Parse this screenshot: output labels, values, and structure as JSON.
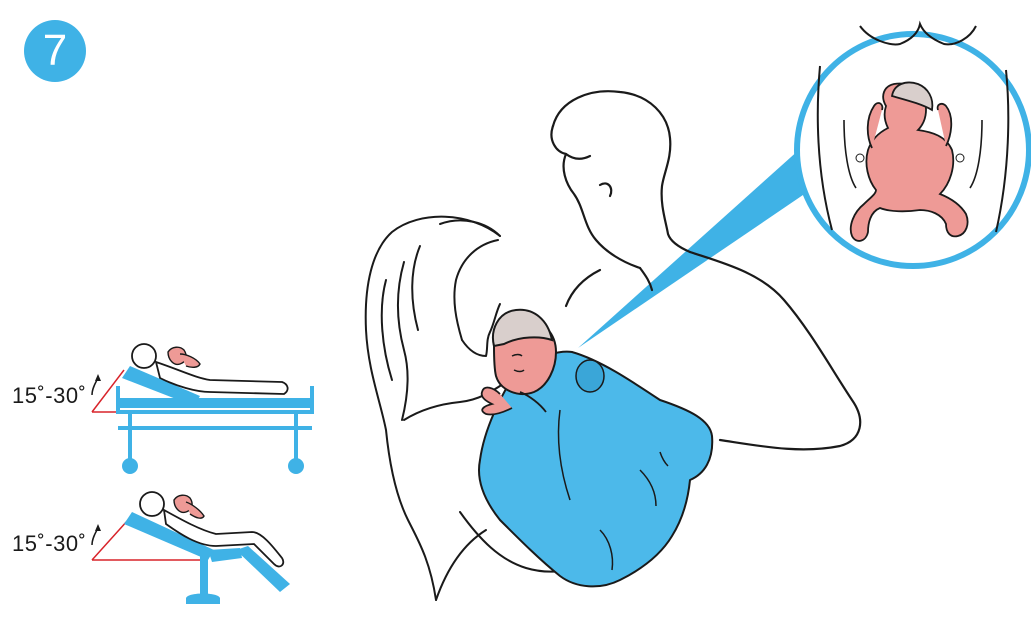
{
  "step": {
    "number": "7"
  },
  "positions": [
    {
      "angle_label": "15˚-30˚"
    },
    {
      "angle_label": "15˚-30˚"
    }
  ],
  "colors": {
    "accent_blue": "#3fb2e6",
    "blanket_blue": "#4cb9ea",
    "baby_skin": "#ee9a96",
    "cap_gray": "#d9cfcc",
    "angle_red": "#d8232a",
    "line": "#1a1a1a"
  },
  "icons": [
    "step-number-badge",
    "hospital-bed-icon",
    "reclining-chair-icon",
    "magnifier-callout"
  ]
}
